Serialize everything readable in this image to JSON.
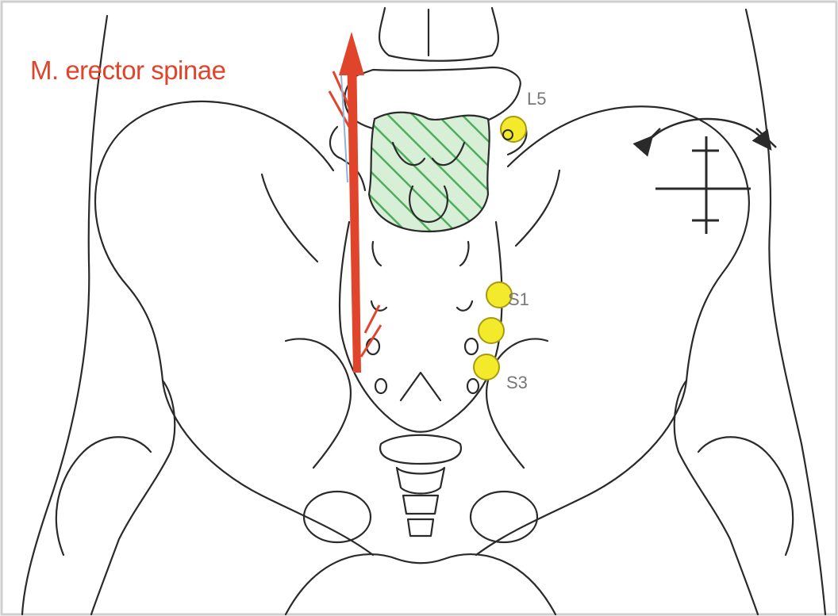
{
  "labels": {
    "muscle": "M. erector spinae",
    "l5": "L5",
    "s1": "S1",
    "s3": "S3"
  },
  "colors": {
    "muscle": "#e0442a",
    "hatch": "#4fae5a",
    "hatch_fill": "#d6efd6",
    "point": "#f2ea2a",
    "point_stroke": "#a89a10",
    "outline": "#2a2a2a",
    "vertebra_label": "#777777"
  },
  "icons": [
    "rotation-arrow-icon",
    "cross-axis-icon"
  ]
}
